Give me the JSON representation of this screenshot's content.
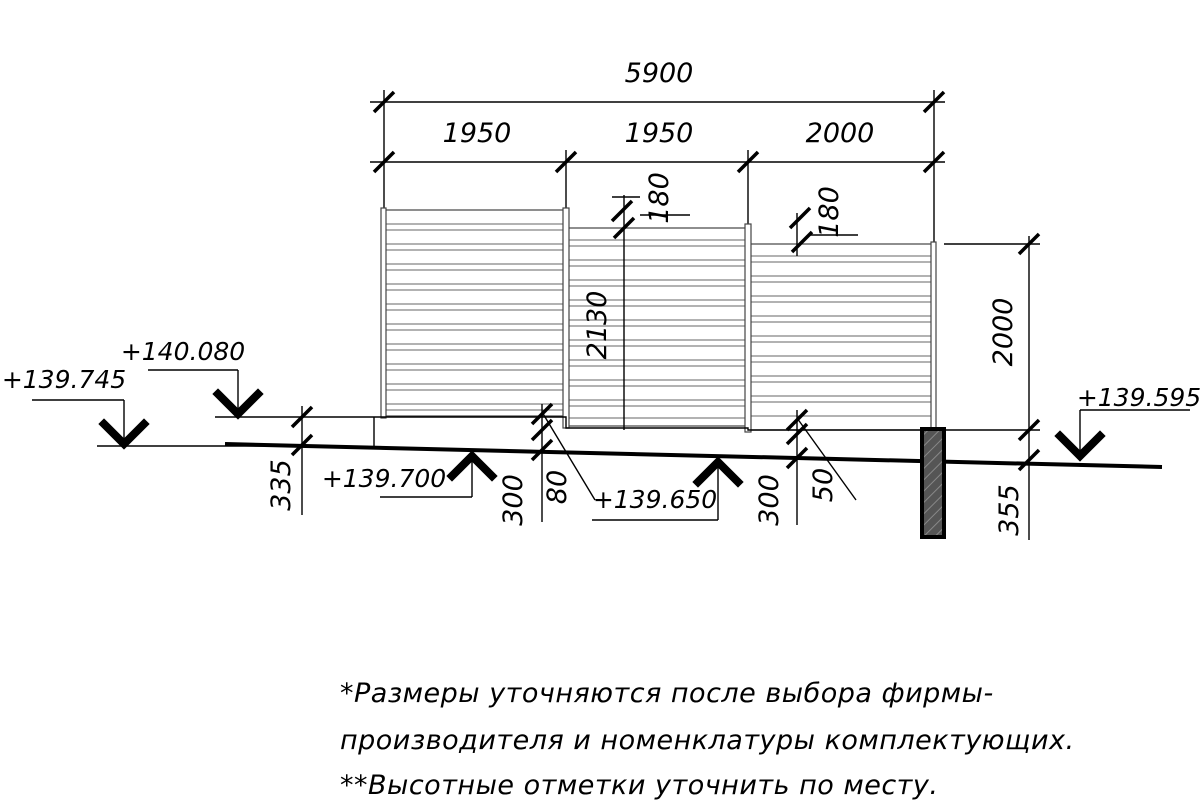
{
  "dimensions": {
    "total_width": "5900",
    "panel_widths": [
      "1950",
      "1950",
      "2000"
    ],
    "panel_step_1": "180",
    "panel_step_2": "180",
    "panel_height_tall": "2130",
    "panel_height": "2000",
    "foundation_left": "335",
    "post_depth_1": "300",
    "post_offset_1": "80",
    "post_depth_2": "300",
    "post_offset_2": "50",
    "foundation_right": "355"
  },
  "elevations": {
    "e1": "+139.745",
    "e2": "+140.080",
    "e3": "+139.700",
    "e4": "+139.650",
    "e5": "+139.595"
  },
  "notes": {
    "line1": "*Размеры уточняются после выбора фирмы-",
    "line2": "производителя и номенклатуры комплектующих.",
    "line3": "**Высотные отметки уточнить по месту."
  }
}
